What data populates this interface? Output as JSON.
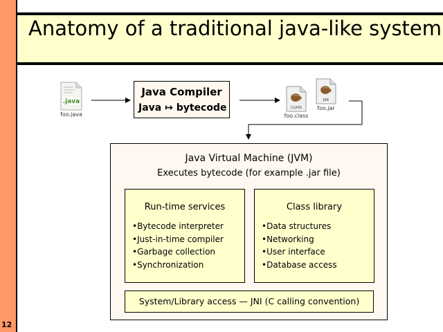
{
  "page_number": "12",
  "title": "Anatomy of a traditional java-like system",
  "files": {
    "source_label": "foo.java",
    "source_badge": ".java",
    "class_label": "foo.class",
    "class_badge": "CLASS",
    "jar_label": "foo.jar",
    "jar_badge": "JAR"
  },
  "compiler": {
    "title": "Java Compiler",
    "subtitle_left": "Java",
    "subtitle_arrow": "↦",
    "subtitle_right": "bytecode"
  },
  "jvm": {
    "title": "Java Virtual Machine (JVM)",
    "subtitle": "Executes bytecode (for example .jar file)",
    "runtime": {
      "title": "Run-time services",
      "items": [
        "Bytecode interpreter",
        "Just-in-time compiler",
        "Garbage collection",
        "Synchronization"
      ]
    },
    "classlib": {
      "title": "Class library",
      "items": [
        "Data structures",
        "Networking",
        "User interface",
        "Database access"
      ]
    },
    "jni": "System/Library access — JNI (C calling convention)"
  },
  "colors": {
    "sidebar": "#ff9966",
    "title_bg": "#ffffcc",
    "box_bg": "#ffffcc",
    "compiler_bg": "#fff8ee"
  }
}
